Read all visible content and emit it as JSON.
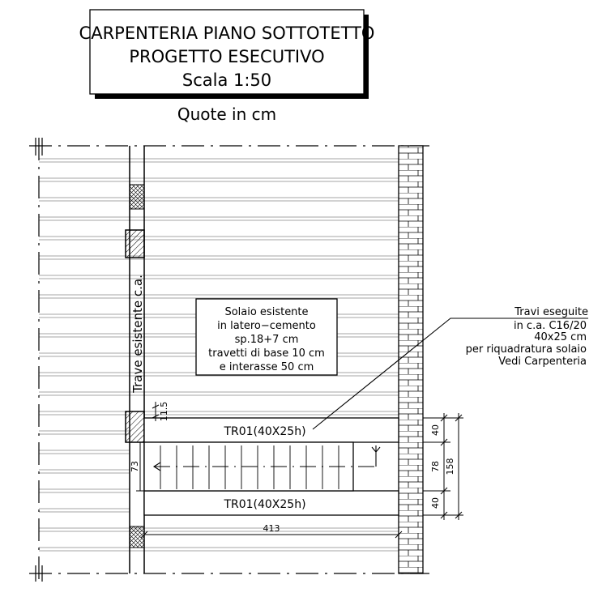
{
  "title_block": {
    "line1": "CARPENTERIA PIANO SOTTOTETTO",
    "line2": "PROGETTO ESECUTIVO",
    "line3": "Scala 1:50"
  },
  "units_note": "Quote in cm",
  "existing_beam_label": "Trave esistente c.a.",
  "slab_note": {
    "line1": "Solaio esistente",
    "line2": "in latero−cemento",
    "line3": "sp.18+7 cm",
    "line4": "travetti di base 10 cm",
    "line5": "e interasse 50 cm"
  },
  "beams_note": {
    "line1": "Travi eseguite",
    "line2": "in c.a. C16/20",
    "line3": "40x25 cm",
    "line4": "per riquadratura solaio",
    "line5": "Vedi Carpenteria"
  },
  "beam_labels": {
    "top": "TR01(40X25h)",
    "bottom": "TR01(40X25h)"
  },
  "dimensions": {
    "gap_small": "11.5",
    "stair_left": "73",
    "right_top": "40",
    "right_mid": "78",
    "right_bottom": "40",
    "right_total": "158",
    "bottom_width": "413"
  }
}
